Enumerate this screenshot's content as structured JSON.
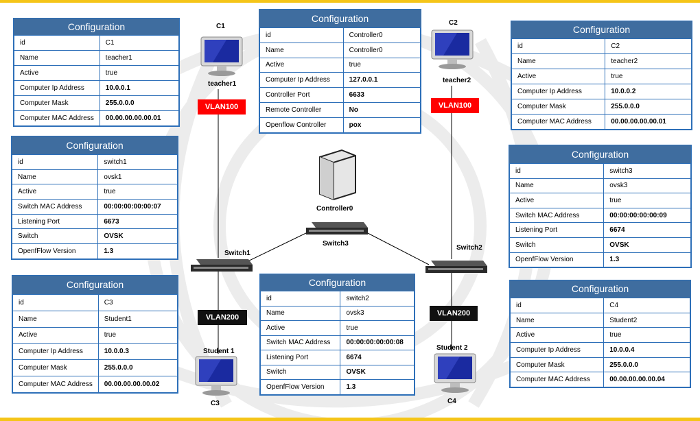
{
  "configs": {
    "c1": {
      "title": "Configuration",
      "rows": [
        [
          "id",
          "C1"
        ],
        [
          "Name",
          "teacher1"
        ],
        [
          "Active",
          "true"
        ],
        [
          "Computer Ip Address",
          "10.0.0.1"
        ],
        [
          "Computer Mask",
          "255.0.0.0"
        ],
        [
          "Computer MAC Address",
          "00.00.00.00.00.01"
        ]
      ]
    },
    "switch1": {
      "title": "Configuration",
      "rows": [
        [
          "id",
          "switch1"
        ],
        [
          "Name",
          "ovsk1"
        ],
        [
          "Active",
          "true"
        ],
        [
          "Switch MAC Address",
          "00:00:00:00:00:07"
        ],
        [
          "Listening Port",
          "6673"
        ],
        [
          "Switch",
          "OVSK"
        ],
        [
          "OpenfFlow Version",
          "1.3"
        ]
      ]
    },
    "c3": {
      "title": "Configuration",
      "rows": [
        [
          "id",
          "C3"
        ],
        [
          "Name",
          "Student1"
        ],
        [
          "Active",
          "true"
        ],
        [
          "Computer Ip Address",
          "10.0.0.3"
        ],
        [
          "Computer Mask",
          "255.0.0.0"
        ],
        [
          "Computer MAC Address",
          "00.00.00.00.00.02"
        ]
      ]
    },
    "controller": {
      "title": "Configuration",
      "rows": [
        [
          "id",
          "Controller0"
        ],
        [
          "Name",
          "Controller0"
        ],
        [
          "Active",
          "true"
        ],
        [
          "Computer Ip Address",
          "127.0.0.1"
        ],
        [
          "Controller Port",
          "6633"
        ],
        [
          "Remote Controller",
          "No"
        ],
        [
          "Openflow Controller",
          "pox"
        ]
      ]
    },
    "switch2": {
      "title": "Configuration",
      "rows": [
        [
          "id",
          "switch2"
        ],
        [
          "Name",
          "ovsk3"
        ],
        [
          "Active",
          "true"
        ],
        [
          "Switch MAC Address",
          "00:00:00:00:00:08"
        ],
        [
          "Listening Port",
          "6674"
        ],
        [
          "Switch",
          "OVSK"
        ],
        [
          "OpenfFlow Version",
          "1.3"
        ]
      ]
    },
    "c2": {
      "title": "Configuration",
      "rows": [
        [
          "id",
          "C2"
        ],
        [
          "Name",
          "teacher2"
        ],
        [
          "Active",
          "true"
        ],
        [
          "Computer Ip Address",
          "10.0.0.2"
        ],
        [
          "Computer Mask",
          "255.0.0.0"
        ],
        [
          "Computer MAC Address",
          "00.00.00.00.00.01"
        ]
      ]
    },
    "switch3": {
      "title": "Configuration",
      "rows": [
        [
          "id",
          "switch3"
        ],
        [
          "Name",
          "ovsk3"
        ],
        [
          "Active",
          "true"
        ],
        [
          "Switch MAC Address",
          "00:00:00:00:00:09"
        ],
        [
          "Listening Port",
          "6674"
        ],
        [
          "Switch",
          "OVSK"
        ],
        [
          "OpenfFlow Version",
          "1.3"
        ]
      ]
    },
    "c4": {
      "title": "Configuration",
      "rows": [
        [
          "id",
          "C4"
        ],
        [
          "Name",
          "Student2"
        ],
        [
          "Active",
          "true"
        ],
        [
          "Computer Ip Address",
          "10.0.0.4"
        ],
        [
          "Computer Mask",
          "255.0.0.0"
        ],
        [
          "Computer MAC Address",
          "00.00.00.00.00.04"
        ]
      ]
    }
  },
  "devices": {
    "c1_label": "C1",
    "teacher1_label": "teacher1",
    "c2_label": "C2",
    "teacher2_label": "teacher2",
    "student1_label": "Student 1",
    "c3_label": "C3",
    "student2_label": "Student 2",
    "c4_label": "C4",
    "controller_label": "Controller0",
    "switch1_label": "Switch1",
    "switch2_label": "Switch2",
    "switch3_label": "Switch3"
  },
  "vlans": {
    "vlan100_left": "VLAN100",
    "vlan100_right": "VLAN100",
    "vlan200_left": "VLAN200",
    "vlan200_right": "VLAN200"
  },
  "colors": {
    "header": "#3f6d9f",
    "border": "#2d6fb8",
    "vlan100": "#ff0000",
    "vlan200": "#111111",
    "accent": "#f5c518"
  }
}
